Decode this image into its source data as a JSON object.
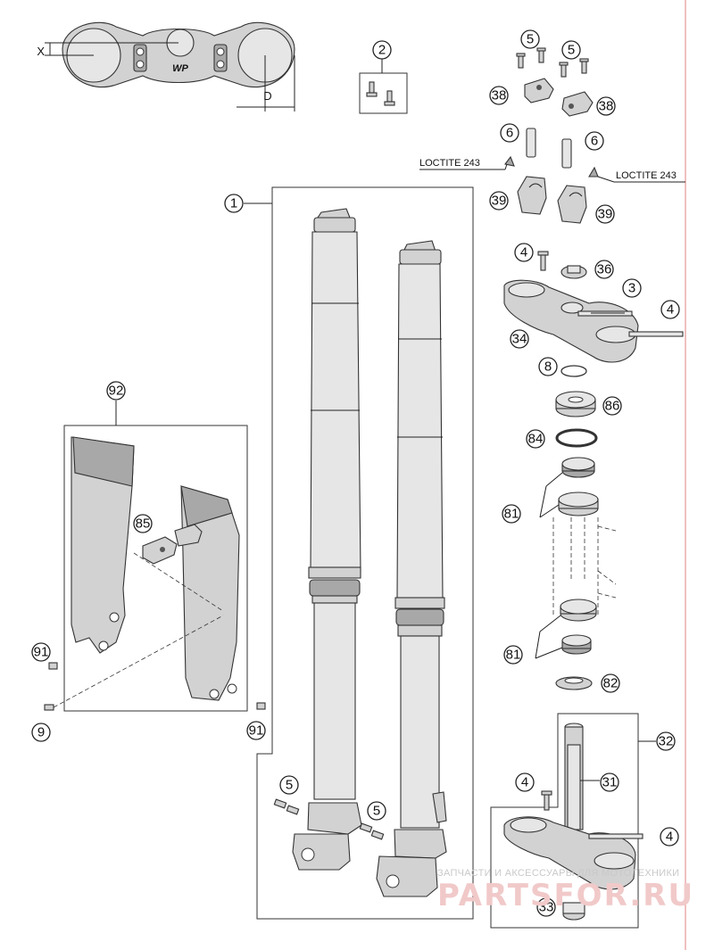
{
  "diagram": {
    "dimension_labels": {
      "x": "X",
      "d": "D"
    },
    "top_clamp_logo": "WP",
    "loctite_left": "LOCTITE 243",
    "loctite_right": "LOCTITE 243",
    "callouts": {
      "c1": "1",
      "c2": "2",
      "c5a": "5",
      "c5b": "5",
      "c38a": "38",
      "c38b": "38",
      "c6a": "6",
      "c6b": "6",
      "c39a": "39",
      "c39b": "39",
      "c4a": "4",
      "c36": "36",
      "c3": "3",
      "c4b": "4",
      "c34": "34",
      "c8": "8",
      "c86": "86",
      "c84": "84",
      "c81a": "81",
      "c81b": "81",
      "c82": "82",
      "c92": "92",
      "c85": "85",
      "c91a": "91",
      "c9": "9",
      "c91b": "91",
      "c5c": "5",
      "c5d": "5",
      "c32": "32",
      "c4c": "4",
      "c31": "31",
      "c4d": "4",
      "c33": "33"
    },
    "watermark": {
      "caption": "ЗАПЧАСТИ И АКСЕССУАРЫ ДЛЯ МОТОТЕХНИКИ",
      "logo": "PARTSFOR.RU"
    }
  }
}
